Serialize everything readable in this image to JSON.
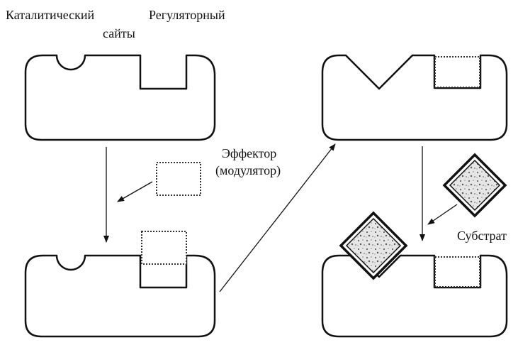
{
  "labels": {
    "catalytic_line1": "Каталитический",
    "catalytic_line2": "сайты",
    "regulatory": "Регуляторный",
    "effector_line1": "Эффектор",
    "effector_line2": "(модулятор)",
    "substrate": "Субстрат"
  },
  "colors": {
    "stroke": "#111111",
    "background": "#ffffff",
    "substrate_fill": "#d9d9d9"
  }
}
